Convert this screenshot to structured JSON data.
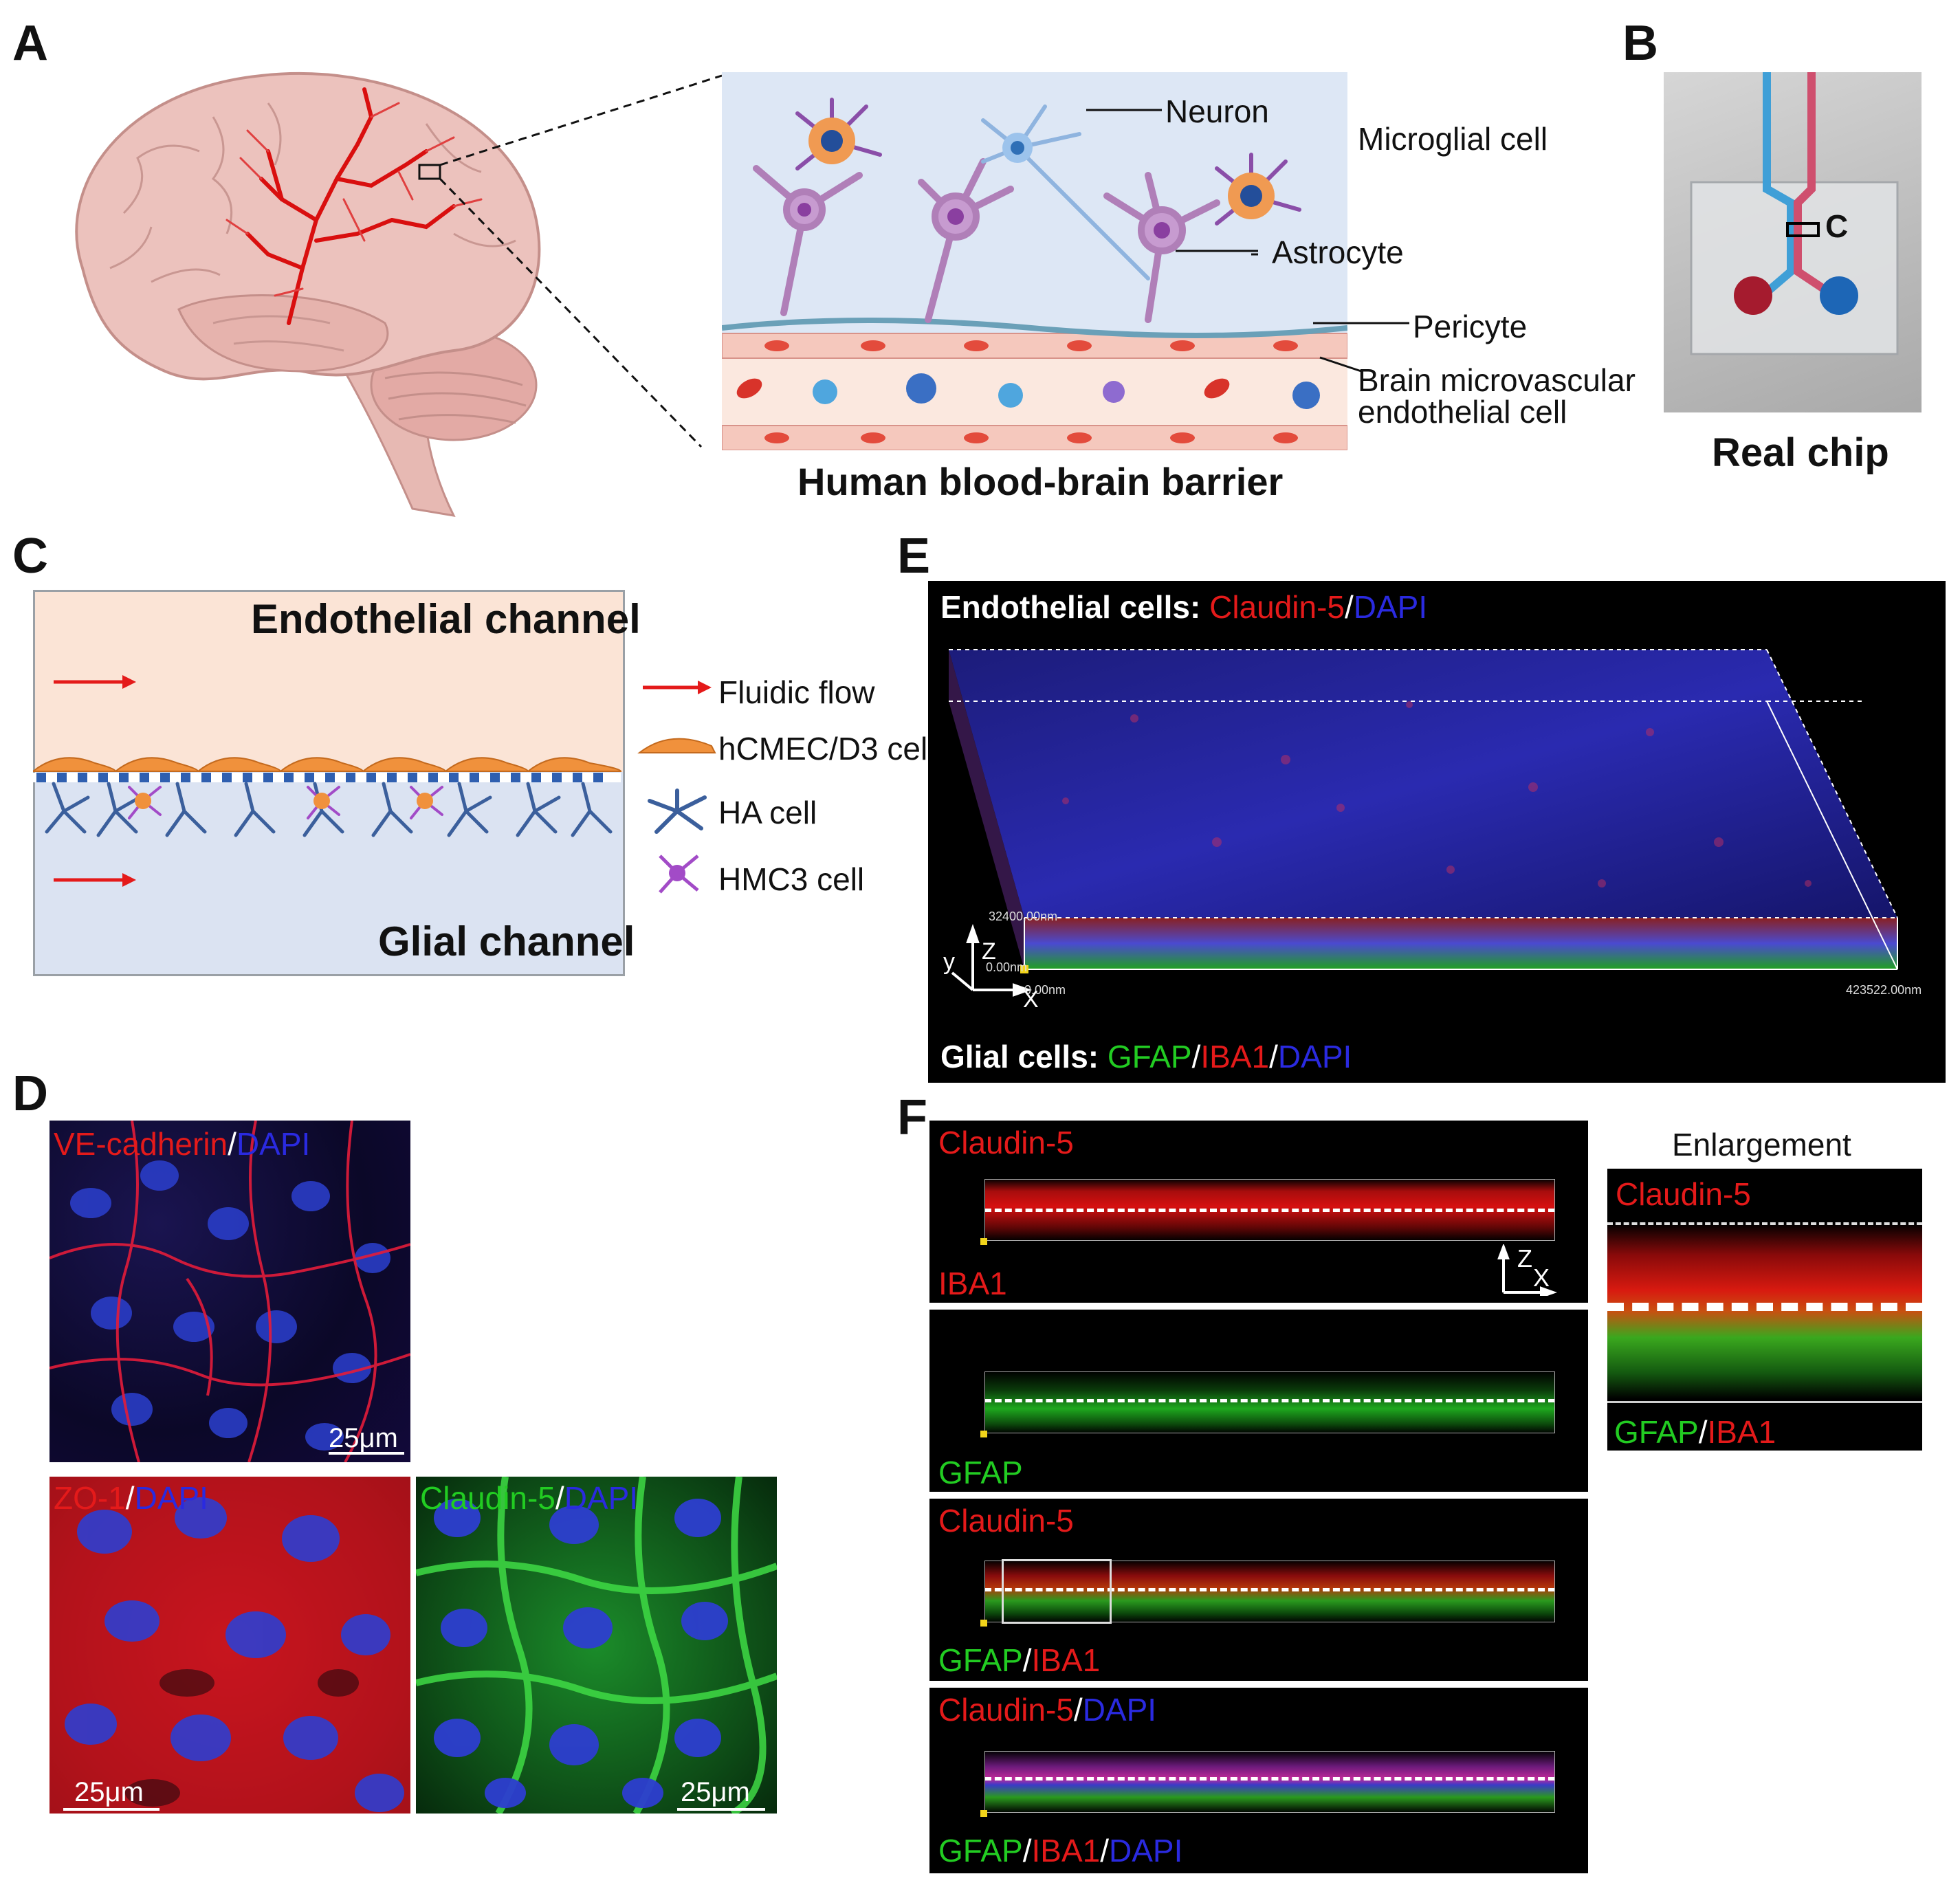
{
  "panel_letters": [
    "A",
    "B",
    "C",
    "D",
    "E",
    "F"
  ],
  "panel_a": {
    "labels": [
      "Neuron",
      "Microglial cell",
      "Astrocyte",
      "Pericyte",
      "Brain microvascular",
      "endothelial cell"
    ],
    "title": "Human blood-brain barrier"
  },
  "panel_b": {
    "marker": "C",
    "caption": "Real chip"
  },
  "panel_c": {
    "top_channel": "Endothelial channel",
    "bottom_channel": "Glial channel",
    "legend": [
      "Fluidic flow",
      "hCMEC/D3 cell",
      "HA cell",
      "HMC3 cell"
    ]
  },
  "panel_d": {
    "images": [
      {
        "stain": [
          "VE-cadherin",
          "/",
          "DAPI"
        ],
        "scale": "25μm"
      },
      {
        "stain": [
          "ZO-1",
          "/",
          "DAPI"
        ],
        "scale": "25μm"
      },
      {
        "stain": [
          "Claudin-5",
          "/",
          "DAPI"
        ],
        "scale": "25μm"
      }
    ]
  },
  "panel_e": {
    "top_label": [
      "Endothelial cells: ",
      "Claudin-5",
      "/",
      "DAPI"
    ],
    "bottom_label": [
      "Glial cells: ",
      "GFAP",
      "/",
      "IBA1",
      "/",
      "DAPI"
    ],
    "axis": {
      "z_top": "32400.00nm",
      "z_zero": "0.00nm",
      "x_zero": "0.00nm",
      "x_end": "423522.00nm",
      "y": "y",
      "z": "Z",
      "x": "X"
    }
  },
  "panel_f": {
    "strips": [
      {
        "top": [
          "Claudin-5"
        ],
        "bottom": [
          "IBA1"
        ]
      },
      {
        "top": [],
        "bottom": [
          "GFAP"
        ]
      },
      {
        "top": [
          "Claudin-5"
        ],
        "bottom": [
          "GFAP",
          "/",
          "IBA1"
        ]
      },
      {
        "top": [
          "Claudin-5",
          "/",
          "DAPI"
        ],
        "bottom": [
          "GFAP",
          "/",
          "IBA1",
          "/",
          "DAPI"
        ]
      }
    ],
    "axis": {
      "z": "Z",
      "x": "X"
    },
    "enlargement": {
      "title": "Enlargement",
      "top": "Claudin-5",
      "bottom": [
        "GFAP",
        "/",
        "IBA1"
      ]
    }
  },
  "colors": {
    "stain_red": "#e41a1a",
    "stain_green": "#22cc22",
    "stain_blue": "#2a2ae0",
    "vessel_red": "#d90f0f",
    "brain_pink": "#e9b8b4"
  }
}
